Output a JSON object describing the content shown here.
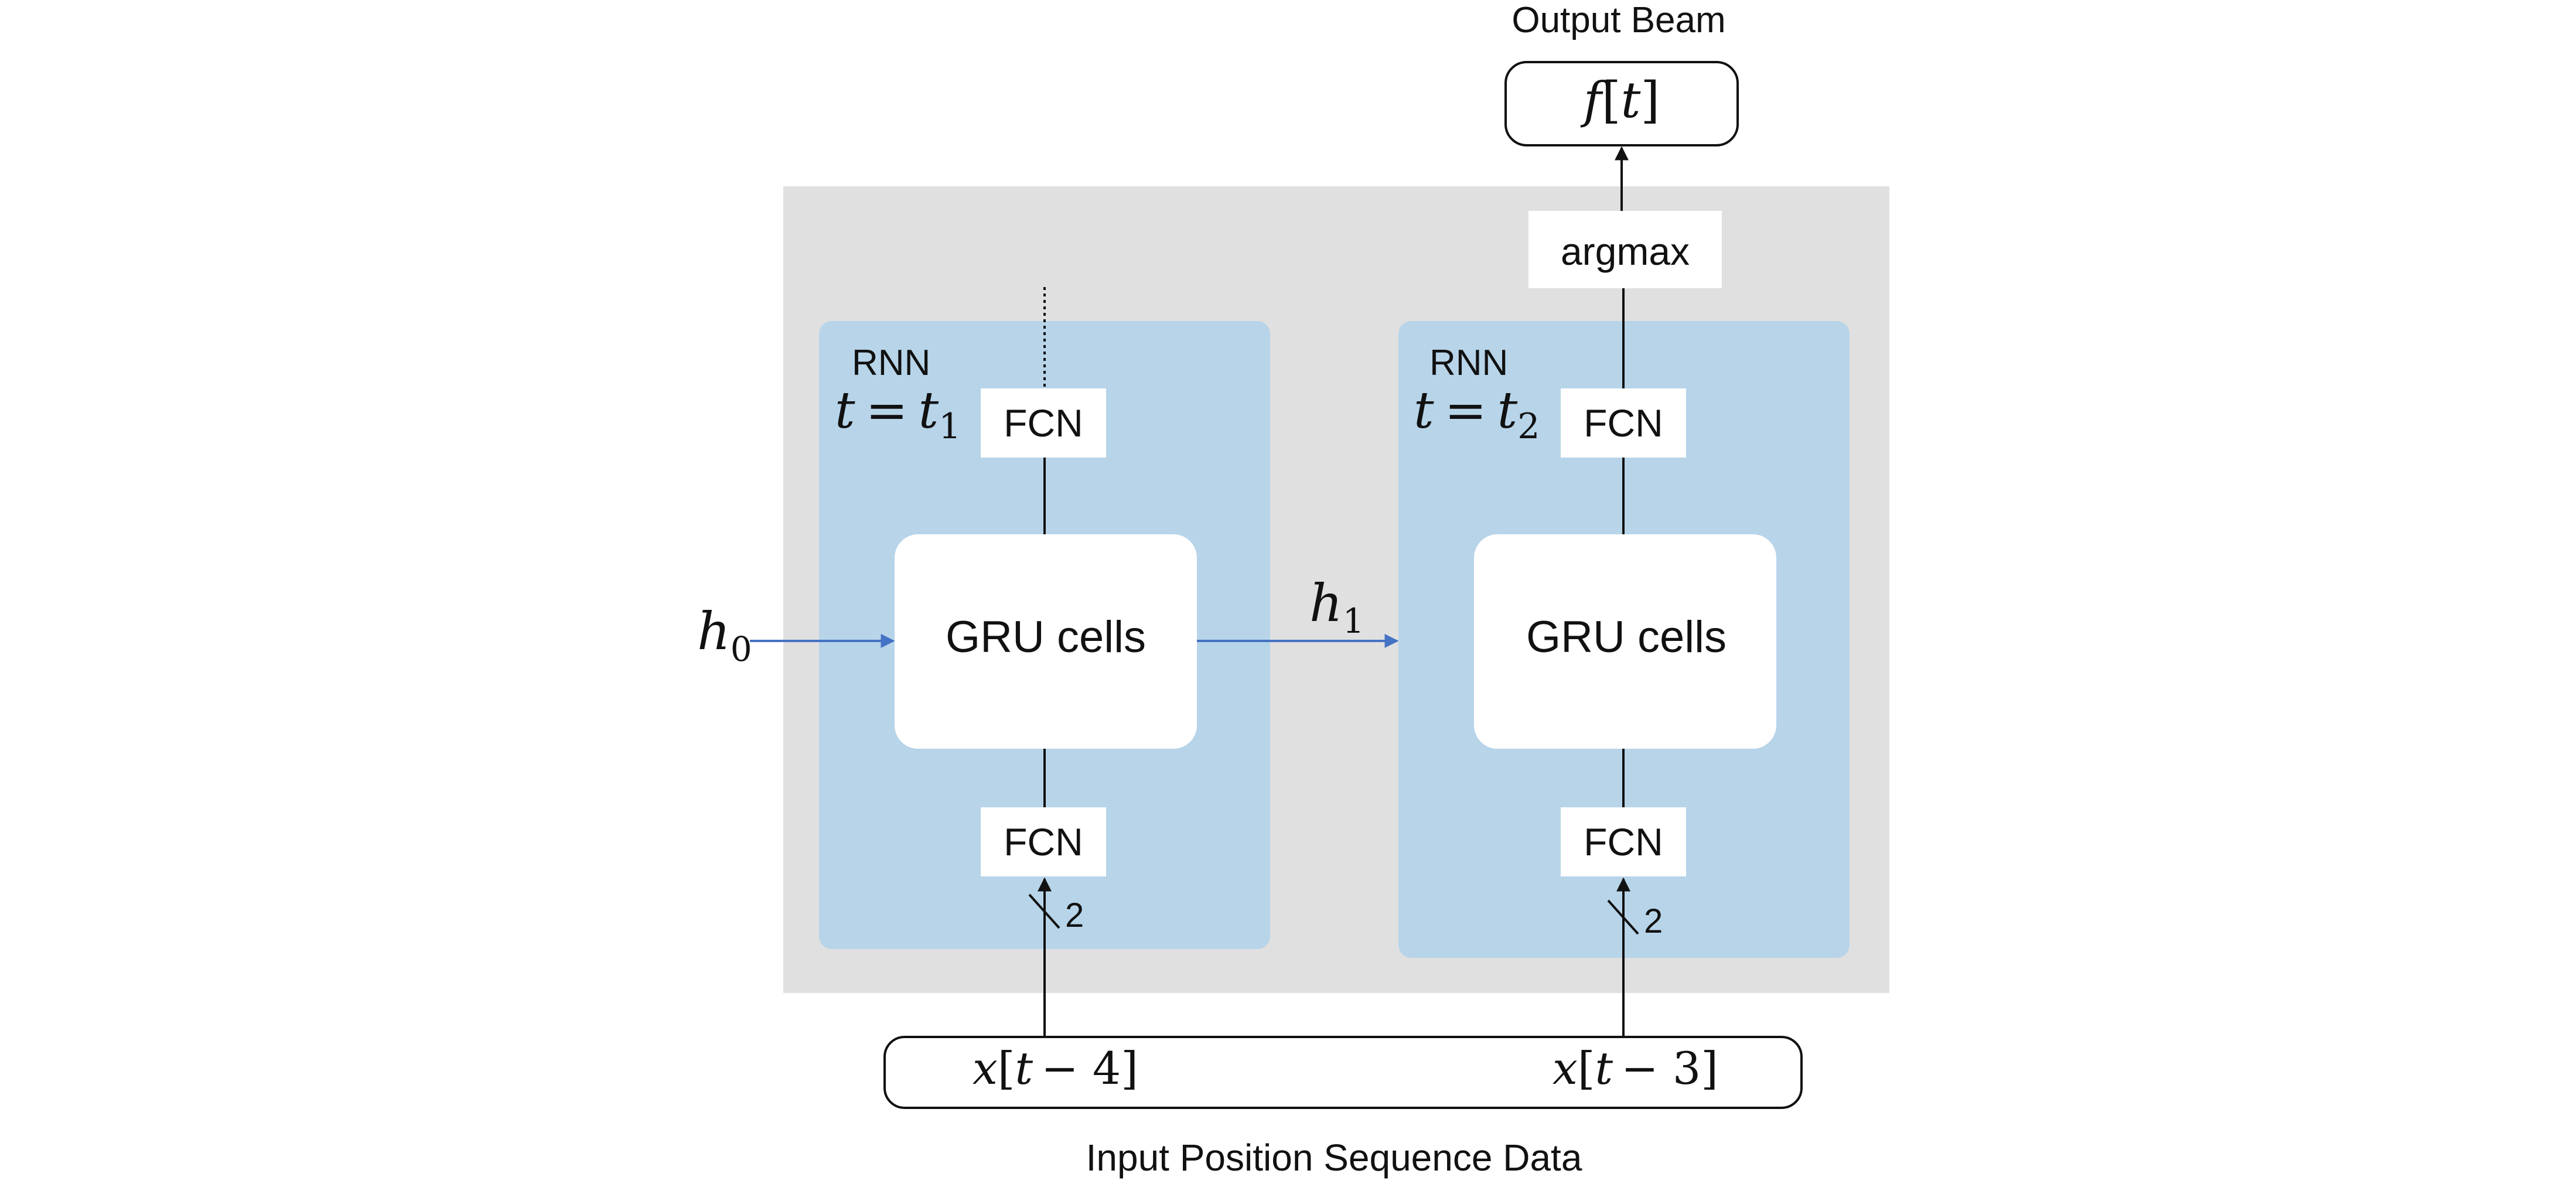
{
  "output": {
    "title": "Output Beam",
    "label_f": "f",
    "label_t": "t"
  },
  "argmax_label": "argmax",
  "rnn_left": {
    "title": "RNN",
    "t_var": "t",
    "t_eq": "=",
    "t_sub_var": "t",
    "t_sub": "1",
    "fcn_top": "FCN",
    "gru": "GRU cells",
    "fcn_bottom": "FCN",
    "input_dim": "2"
  },
  "rnn_right": {
    "title": "RNN",
    "t_var": "t",
    "t_eq": "=",
    "t_sub_var": "t",
    "t_sub": "2",
    "fcn_top": "FCN",
    "gru": "GRU cells",
    "fcn_bottom": "FCN",
    "input_dim": "2"
  },
  "hidden": {
    "h0_var": "h",
    "h0_sub": "0",
    "h1_var": "h",
    "h1_sub": "1"
  },
  "inputs": {
    "left_var": "x",
    "left_t": "t",
    "left_rest": "− 4",
    "right_var": "x",
    "right_t": "t",
    "right_rest": "− 3",
    "caption": "Input Position Sequence Data"
  },
  "colors": {
    "outer_bg": "#e0e0e0",
    "rnn_bg": "#b7d4e9",
    "hidden_arrow": "#4472c4",
    "line": "#111111"
  }
}
